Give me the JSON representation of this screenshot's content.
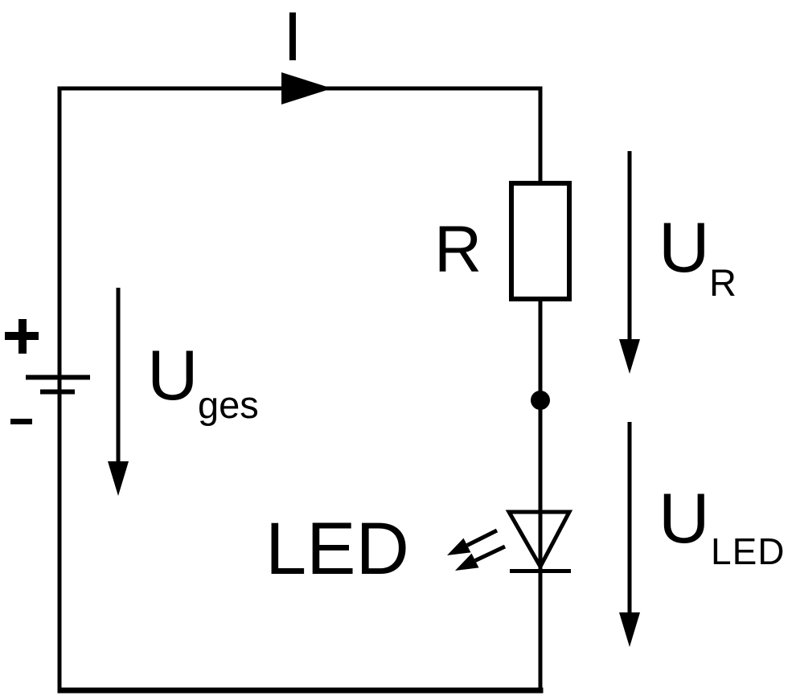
{
  "diagram_type": "circuit",
  "colors": {
    "line": "#000000",
    "background": "#ffffff"
  },
  "labels": {
    "current": "I",
    "resistor": "R",
    "led": "LED"
  },
  "battery": {
    "plus_sign": "+",
    "minus_sign": "-"
  },
  "voltages": {
    "source": {
      "base": "U",
      "subscript": "ges"
    },
    "resistor": {
      "base": "U",
      "subscript": "R"
    },
    "led": {
      "base": "U",
      "subscript": "LED"
    }
  }
}
